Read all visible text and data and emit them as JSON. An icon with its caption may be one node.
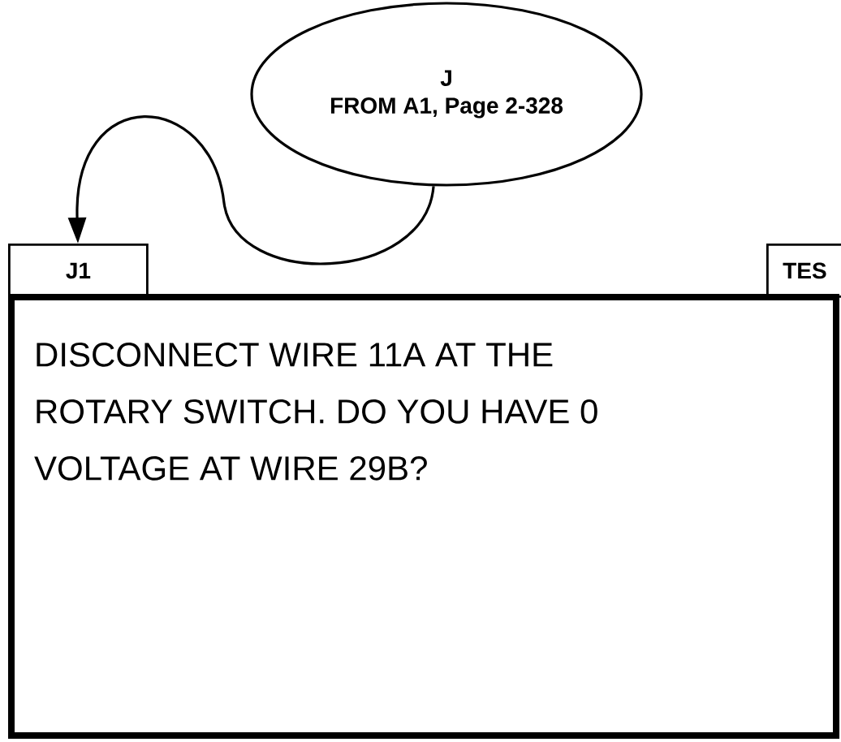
{
  "diagram": {
    "nodes": [
      {
        "text": [
          "J",
          "FROM A1, Page 2-328"
        ]
      },
      {
        "text": [
          "J1"
        ]
      },
      {
        "text": [
          "DISCONNECT WIRE 11A AT THE ROTARY SWITCH. DO YOU HAVE 0 VOLTAGE AT WIRE 29B?"
        ]
      },
      {
        "text": [
          "TES"
        ]
      }
    ],
    "edges": [
      {
        "from": 0,
        "to": 1,
        "arrow": "to"
      }
    ]
  }
}
